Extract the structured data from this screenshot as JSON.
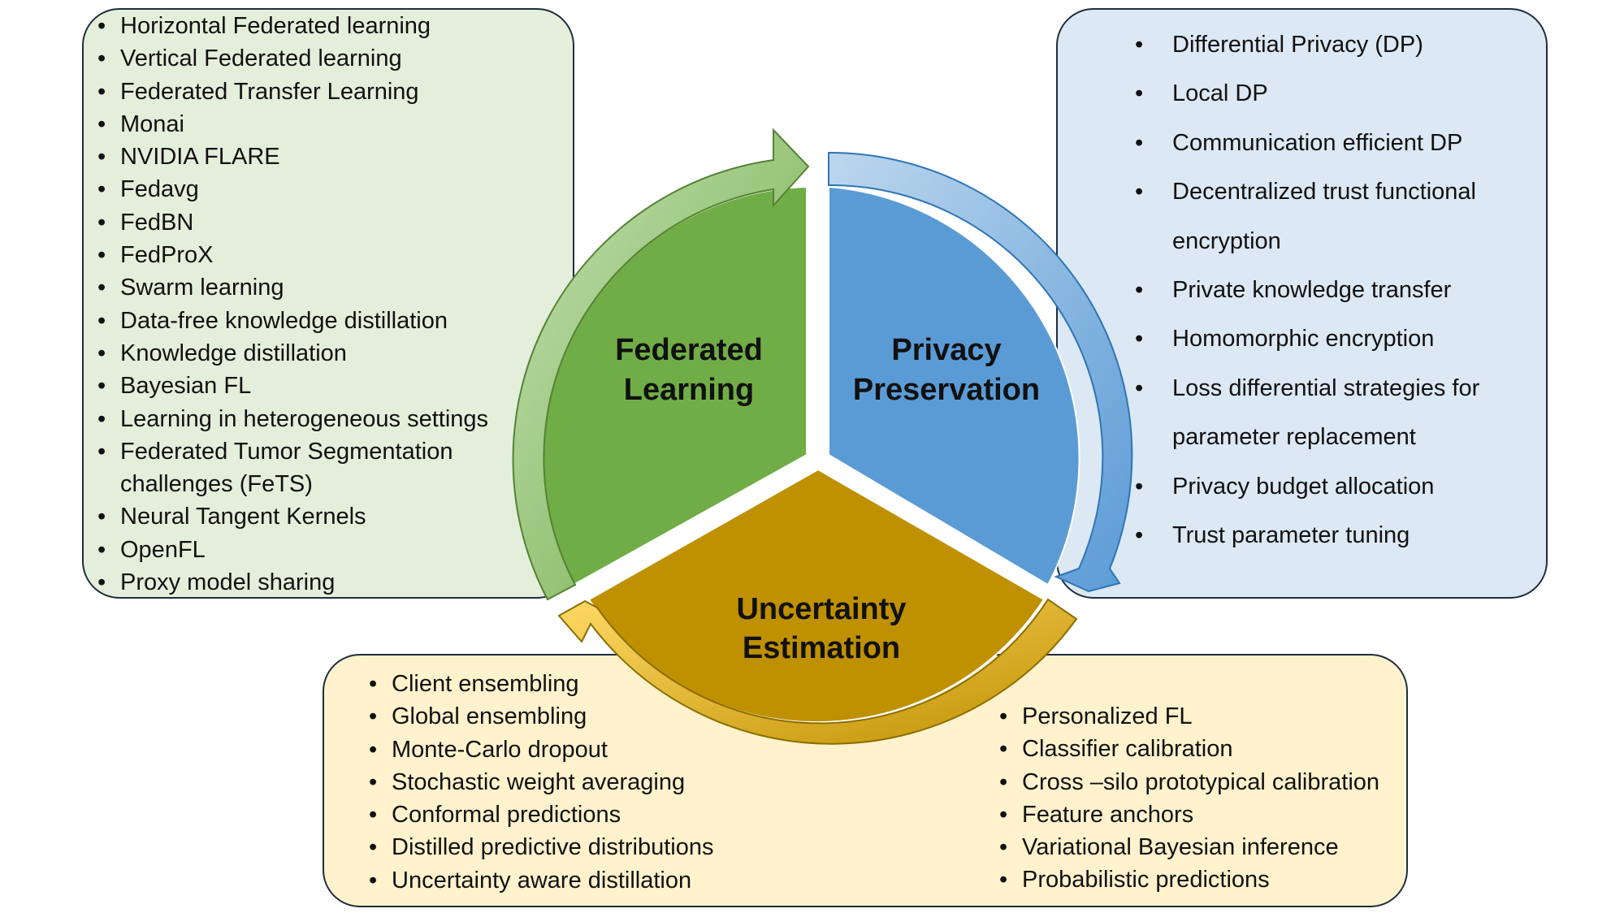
{
  "federated_learning": {
    "title_line1": "Federated",
    "title_line2": "Learning",
    "items": [
      "Horizontal Federated learning",
      "Vertical Federated learning",
      "Federated Transfer Learning",
      "Monai",
      "NVIDIA FLARE",
      "Fedavg",
      "FedBN",
      "FedProX",
      "Swarm learning",
      "Data-free knowledge distillation",
      "Knowledge distillation",
      "Bayesian FL",
      "Learning in heterogeneous settings",
      "Federated Tumor Segmentation",
      "challenges (FeTS)",
      "Neural Tangent Kernels",
      "OpenFL",
      "Proxy model sharing"
    ]
  },
  "privacy_preservation": {
    "title_line1": "Privacy",
    "title_line2": "Preservation",
    "items": [
      "Differential Privacy (DP)",
      "Local DP",
      "Communication efficient DP",
      "Decentralized trust functional",
      "encryption",
      "Private knowledge transfer",
      "Homomorphic encryption",
      "Loss differential strategies for",
      "parameter replacement",
      "Privacy budget allocation",
      "Trust parameter tuning"
    ]
  },
  "uncertainty_estimation": {
    "title_line1": "Uncertainty",
    "title_line2": "Estimation",
    "left_items": [
      "Client ensembling",
      "Global ensembling",
      "Monte-Carlo dropout",
      "Stochastic weight averaging",
      "Conformal predictions",
      "Distilled predictive distributions",
      "Uncertainty aware distillation"
    ],
    "right_items": [
      "Personalized FL",
      "Classifier calibration",
      "Cross –silo prototypical calibration",
      "Feature anchors",
      "Variational Bayesian inference",
      "Probabilistic predictions"
    ]
  },
  "colors": {
    "fl_segment": "#70ad47",
    "pp_segment": "#5b9bd5",
    "ue_segment": "#bf9000",
    "fl_box": "#e3efda",
    "pp_box": "#dce8f4",
    "ue_box": "#fff2cc",
    "box_border": "#1f2d3d"
  }
}
